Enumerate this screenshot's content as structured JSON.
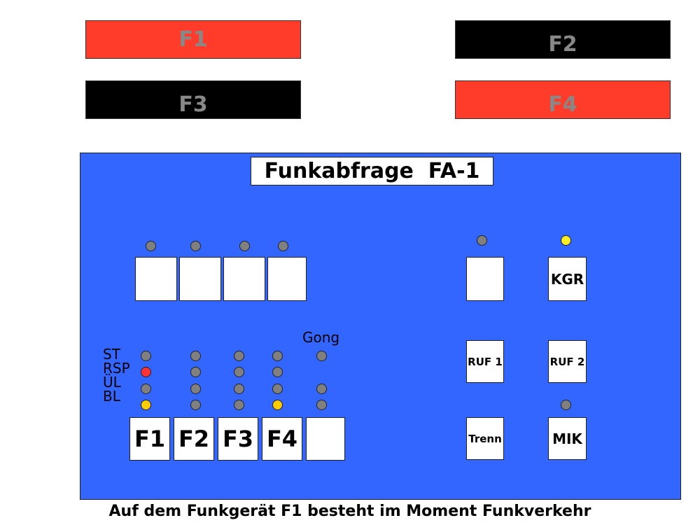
{
  "channels": [
    {
      "label": "F1",
      "color": "#ff3b2a"
    },
    {
      "label": "F2",
      "color": "#000000"
    },
    {
      "label": "F3",
      "color": "#000000"
    },
    {
      "label": "F4",
      "color": "#ff3b2a"
    }
  ],
  "panel": {
    "title": "Funkabfrage  FA-1",
    "background": "#3366ff",
    "led_colors": {
      "off": "#808080",
      "red": "#ff3333",
      "yellow": "#ffcc00"
    },
    "status_labels": [
      "ST",
      "RSP",
      "ÜL",
      "BL"
    ],
    "gong_label": "Gong",
    "funk_buttons": [
      "F1",
      "F2",
      "F3",
      "F4",
      ""
    ],
    "ruf1": "RUF 1",
    "ruf2": "RUF 2",
    "kgr": "KGR",
    "trenn": "Trenn",
    "mik": "MIK"
  },
  "footer": "Auf dem Funkgerät F1 besteht im Moment Funkverkehr"
}
